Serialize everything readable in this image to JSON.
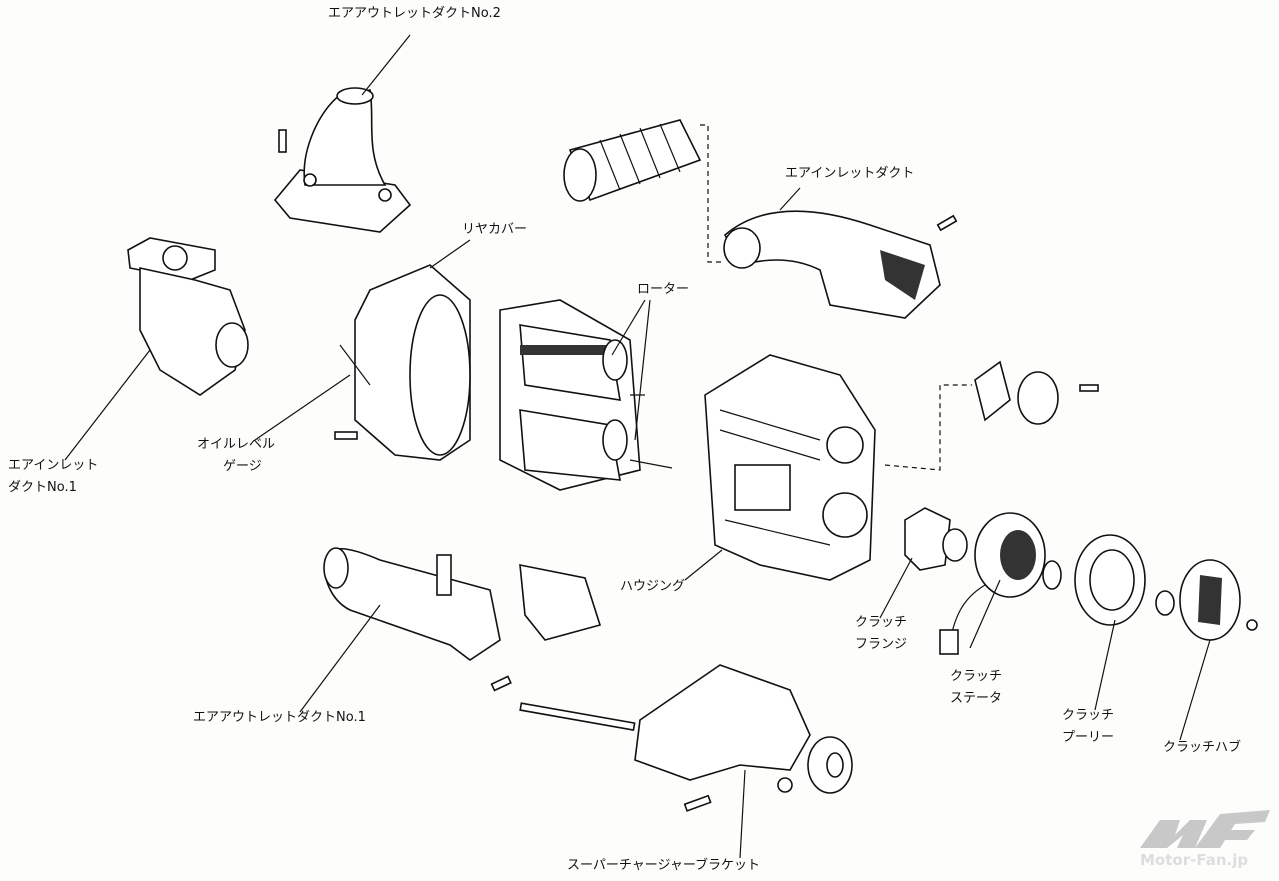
{
  "labels": {
    "air_outlet_duct_no2": "エアアウトレットダクトNo.2",
    "air_inlet_duct": "エアインレットダクト",
    "rear_cover": "リヤカバー",
    "rotor": "ローター",
    "air_inlet_duct_no1_line1": "エアインレット",
    "air_inlet_duct_no1_line2": "ダクトNo.1",
    "oil_level_gauge_line1": "オイルレベル",
    "oil_level_gauge_line2": "ゲージ",
    "housing": "ハウジング",
    "clutch_flange_line1": "クラッチ",
    "clutch_flange_line2": "フランジ",
    "clutch_stator_line1": "クラッチ",
    "clutch_stator_line2": "ステータ",
    "clutch_pulley_line1": "クラッチ",
    "clutch_pulley_line2": "プーリー",
    "clutch_hub": "クラッチハブ",
    "air_outlet_duct_no1": "エアアウトレットダクトNo.1",
    "supercharger_bracket": "スーパーチャージャーブラケット"
  },
  "watermark": {
    "text": "Motor-Fan.jp",
    "logo": "MF"
  }
}
